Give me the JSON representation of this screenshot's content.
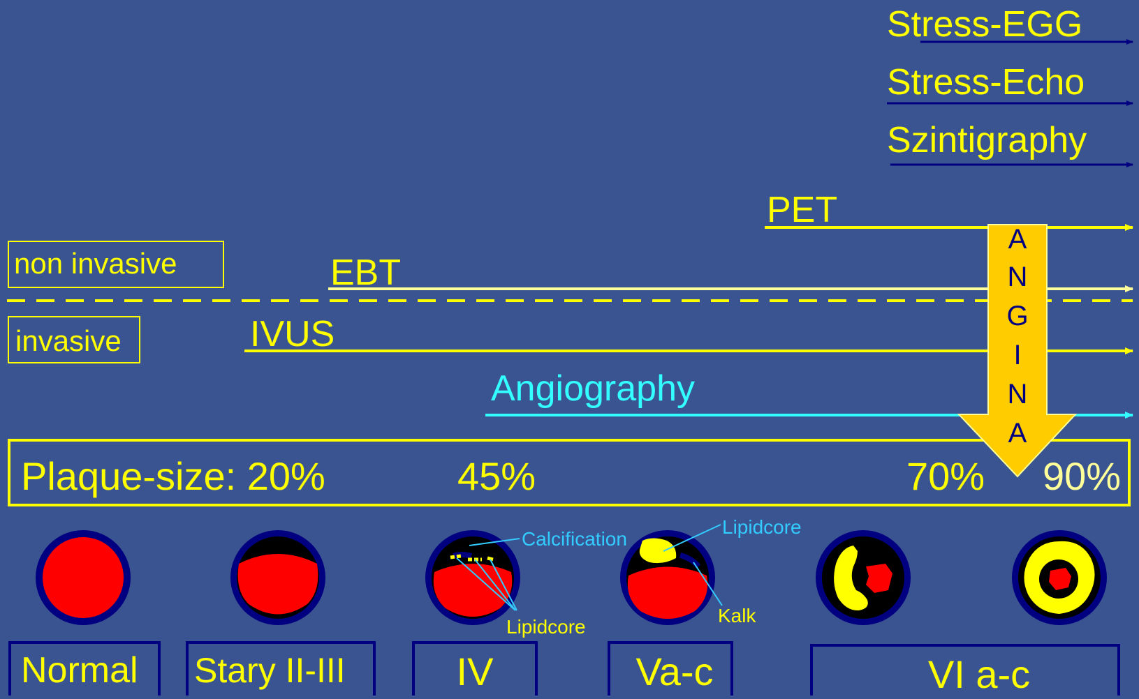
{
  "colors": {
    "background": "#3a5491",
    "yellow": "#ffff00",
    "pale_yellow": "#ffff99",
    "cyan": "#33ffff",
    "navy": "#000080",
    "orange": "#ffcc00",
    "red": "#ff0000",
    "black": "#000000",
    "label_blue": "#33ccff"
  },
  "modalities": {
    "stress_egg": "Stress-EGG",
    "stress_echo": "Stress-Echo",
    "szintigraphy": "Szintigraphy",
    "pet": "PET",
    "ebt": "EBT",
    "ivus": "IVUS",
    "angiography": "Angiography"
  },
  "categories": {
    "non_invasive": "non invasive",
    "invasive": "invasive"
  },
  "angina": {
    "letters": [
      "A",
      "N",
      "G",
      "I",
      "N",
      "A"
    ]
  },
  "plaque": {
    "label": "Plaque-size: 20%",
    "p45": "45%",
    "p70": "70%",
    "p90": "90%"
  },
  "annotations": {
    "calcification": "Calcification",
    "lipidcore_iv": "Lipidcore",
    "lipidcore_va": "Lipidcore",
    "kalk": "Kalk"
  },
  "stages": {
    "normal": "Normal",
    "stary": "Stary II-III",
    "iv": "IV",
    "va": "Va-c",
    "vi": "VI a-c"
  }
}
